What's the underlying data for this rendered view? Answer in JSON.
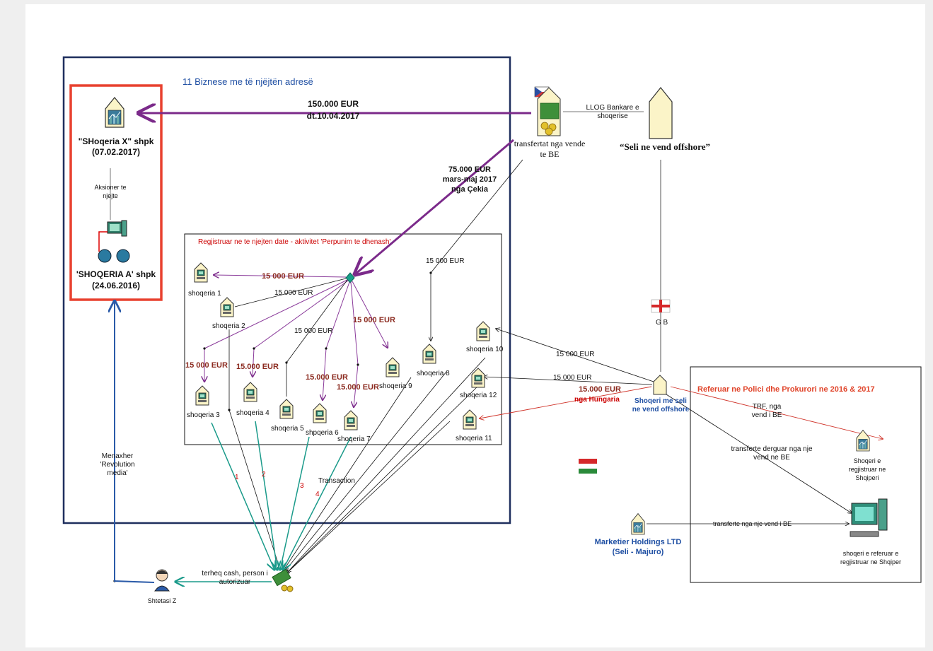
{
  "colors": {
    "frame": "#1f2f5e",
    "highlight": "#e8412f",
    "purple": "#7b2a8a",
    "teal": "#1a9a8a",
    "blue": "#2a5aa8",
    "red": "#d0342a",
    "brown": "#8b2a1f"
  },
  "main_box_title": "11  Biznese me të njëjtën adresë",
  "company_x": {
    "name": "\"SHoqeria X\" shpk",
    "date": "(07.02.2017)",
    "icon": "building-chart-icon"
  },
  "same_shareholder": "Aksioner te njejte",
  "company_a": {
    "name": "'SHOQERIA A' shpk",
    "date": "(24.06.2016)",
    "icon": "computer-network-icon"
  },
  "transfer_main": {
    "amount": "150.000 EUR",
    "date": "dt.10.04.2017"
  },
  "be_transfers": {
    "label": "transfertat nga vende te BE",
    "icon": "money-flag-icon"
  },
  "bank_account": "LLOG Bankare e shoqerise",
  "offshore_seat": "“Seli ne vend offshore”",
  "czech_transfer": {
    "amount": "75.000 EUR",
    "period": "mars-maj 2017",
    "origin": "nga Çekia"
  },
  "inner_box_title": "Regjistruar ne te njejten date   -  aktivitet 'Perpunim te dhenash'",
  "subsidiaries": [
    "shoqeria 1",
    "shoqeria 2",
    "shoqeria 3",
    "shoqeria 4",
    "shoqeria 5",
    "shpqeria 6",
    "shoqeria 7",
    "shoqeria 8",
    "shoqeria 9",
    "shoqeria 10",
    "shoqeria 11",
    "shoqeria 12"
  ],
  "flow_amounts": {
    "to_1": "15 000 EUR",
    "to_2": "15 000 EUR",
    "to_3": "15 000 EUR",
    "to_4": "15.000 EUR",
    "to_5": "15 000 EUR",
    "to_6": "15.000 EUR",
    "to_7": "15.000 EUR",
    "to_9": "15 000 EUR",
    "to_8": "15 000 EUR",
    "to_10": "15 000 EUR",
    "to_12": "15 000 EUR",
    "to_11": "15.000 EUR",
    "to_11_origin": "nga Hungaria"
  },
  "gb_label": "G B",
  "offshore_company": "Shoqeri me seli ne vend offshore",
  "police_box_title": "Referuar ne Polici  dhe Prokurori ne 2016 & 2017",
  "trf_be": "TRF. nga vend i BE",
  "registered_albania": "Shoqeri e regjistruar ne Shqiperi",
  "transfers_be_sent": "transferte derguar nga nje vend ne BE",
  "marketier": {
    "name": "Marketier Holdings LTD",
    "seat": "(Seli - Majuro)"
  },
  "transfer_be_line": "transferte nga nje vend i BE",
  "referred_company": "shoqeri e referuar e regjistruar ne Shqiper",
  "manager": "Menaxher 'Revolution media'",
  "person_z": "Shtetasi Z",
  "cash_withdraw": "terheq cash, person i autorizuar",
  "transaction_label": "Transaction",
  "transaction_numbers": [
    "1",
    "2",
    "3",
    "4"
  ]
}
